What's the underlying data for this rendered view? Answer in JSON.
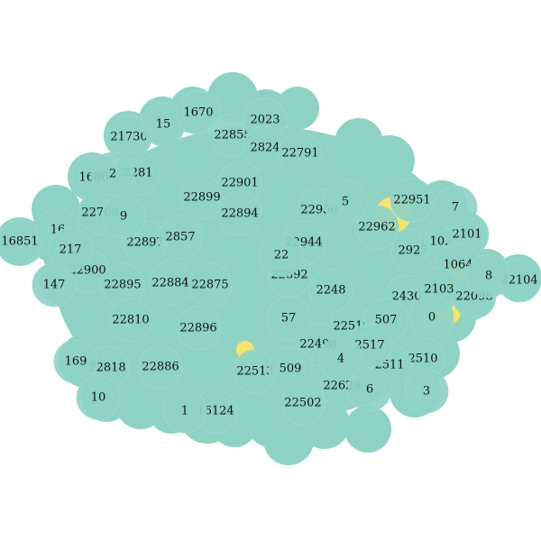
{
  "colors": {
    "node_fill": "#8ed2c4",
    "node_highlight": "#f7e36e",
    "label_color": "#111111",
    "background": "#ffffff"
  },
  "node_labels": [
    "16851",
    "21730",
    "22855",
    "2023",
    "2824",
    "22791",
    "22899",
    "22901",
    "22894",
    "22956",
    "22951",
    "22962",
    "22768",
    "22897",
    "22944",
    "2927",
    "102",
    "2101",
    "1064",
    "22104",
    "22900",
    "22895",
    "22884",
    "22875",
    "22892",
    "2430",
    "2103",
    "22098",
    "22896",
    "22519",
    "507",
    "22498",
    "2510",
    "22886",
    "22818",
    "22513",
    "509",
    "22629",
    "22502",
    "22810",
    "2511",
    "16124",
    "1686",
    "16",
    "15",
    "1670",
    "2248",
    "2517",
    "57",
    "22",
    "2281",
    "2857",
    "1",
    "5",
    "7",
    "8",
    "9",
    "169",
    "147",
    "217",
    "10",
    "4",
    "3",
    "0",
    "6",
    "2"
  ]
}
